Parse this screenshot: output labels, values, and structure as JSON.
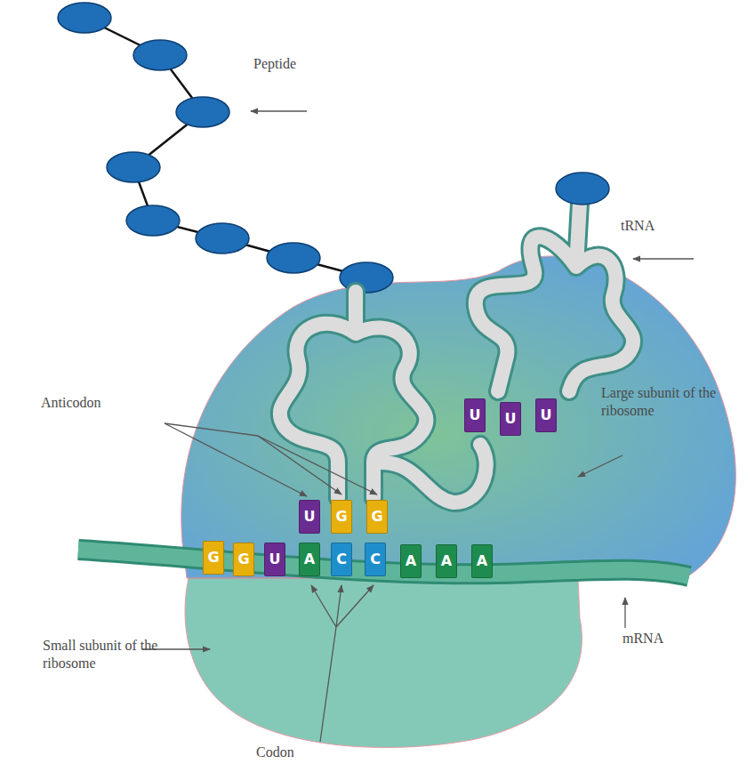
{
  "diagram": {
    "nodes": [
      {
        "text": [
          "U"
        ]
      },
      {
        "text": [
          "U"
        ]
      },
      {
        "text": [
          "U"
        ]
      },
      {
        "text": [
          "U"
        ]
      },
      {
        "text": [
          "G"
        ]
      },
      {
        "text": [
          "G"
        ]
      },
      {
        "text": [
          "G"
        ]
      },
      {
        "text": [
          "G"
        ]
      },
      {
        "text": [
          "U"
        ]
      },
      {
        "text": [
          "A"
        ]
      },
      {
        "text": [
          "C"
        ]
      },
      {
        "text": [
          "C"
        ]
      },
      {
        "text": [
          "A"
        ]
      },
      {
        "text": [
          "A"
        ]
      },
      {
        "text": [
          "A"
        ]
      }
    ],
    "labels": [
      "Peptide",
      "tRNA",
      "Anticodon",
      "Large subunit of the ribosome",
      "Small subunit of the ribosome",
      "mRNA",
      "Codon"
    ]
  }
}
